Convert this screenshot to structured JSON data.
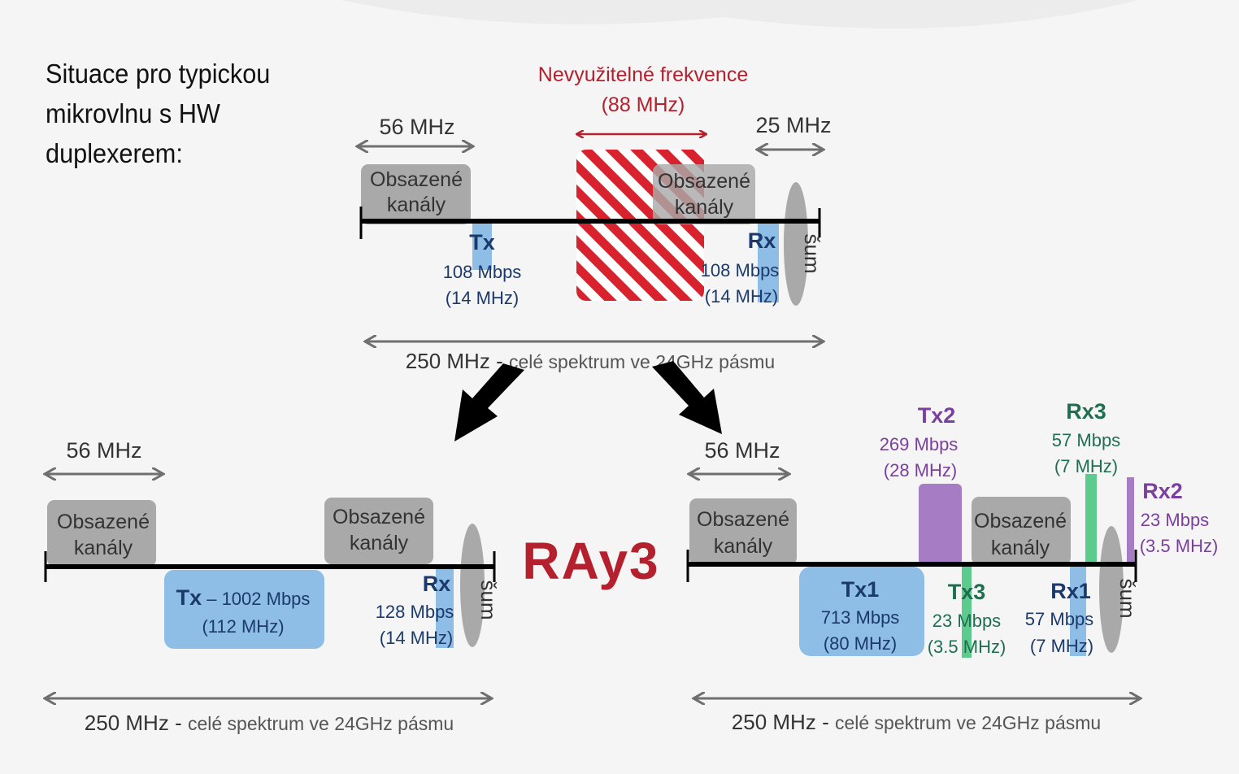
{
  "intro": [
    "Situace pro typickou",
    "mikrovlnu s HW",
    "duplexerem:"
  ],
  "logo_text": "RAy3",
  "colors": {
    "red": "#b5202e",
    "gray_box": "#a9a9a9",
    "blue_box": "#8ebde6",
    "navy": "#1b3a6b",
    "purple": "#7b3f9e",
    "purple_box": "#a67cc4",
    "green": "#1f6e51",
    "green_box": "#5ecb8e",
    "arrow_gray": "#6f6f6f"
  },
  "top": {
    "unused_label": "Nevyužitelné frekvence",
    "unused_width": "(88 MHz)",
    "width_56": "56 MHz",
    "width_25": "25 MHz",
    "occupied_1": [
      "Obsazené",
      "kanály"
    ],
    "occupied_2": [
      "Obsazené",
      "kanály"
    ],
    "tx": {
      "name": "Tx",
      "rate": "108 Mbps",
      "bw": "(14 MHz)"
    },
    "rx": {
      "name": "Rx",
      "rate": "108 Mbps",
      "bw": "(14 MHz)"
    },
    "noise": "šum",
    "span_value": "250 MHz",
    "span_sep": " - ",
    "span_text": "celé spektrum ve 24GHz pásmu"
  },
  "left": {
    "width_56": "56 MHz",
    "occupied_1": [
      "Obsazené",
      "kanály"
    ],
    "occupied_2": [
      "Obsazené",
      "kanály"
    ],
    "tx": {
      "name": "Tx",
      "sep": " – ",
      "rate": "1002 Mbps",
      "bw": "(112 MHz)"
    },
    "rx": {
      "name": "Rx",
      "rate": "128 Mbps",
      "bw": "(14 MHz)"
    },
    "noise": "šum",
    "span_value": "250 MHz",
    "span_sep": " - ",
    "span_text": "celé spektrum ve 24GHz pásmu"
  },
  "right": {
    "width_56": "56 MHz",
    "occupied_1": [
      "Obsazené",
      "kanály"
    ],
    "occupied_2": [
      "Obsazené",
      "kanály"
    ],
    "tx1": {
      "name": "Tx1",
      "rate": "713 Mbps",
      "bw": "(80 MHz)"
    },
    "tx2": {
      "name": "Tx2",
      "rate": "269 Mbps",
      "bw": "(28 MHz)"
    },
    "tx3": {
      "name": "Tx3",
      "rate": "23 Mbps",
      "bw": "(3.5 MHz)"
    },
    "rx1": {
      "name": "Rx1",
      "rate": "57 Mbps",
      "bw": "(7 MHz)"
    },
    "rx2": {
      "name": "Rx2",
      "rate": "23 Mbps",
      "bw": "(3.5 MHz)"
    },
    "rx3": {
      "name": "Rx3",
      "rate": "57 Mbps",
      "bw": "(7 MHz)"
    },
    "noise": "šum",
    "span_value": "250 MHz",
    "span_sep": " - ",
    "span_text": "celé spektrum ve 24GHz pásmu"
  }
}
